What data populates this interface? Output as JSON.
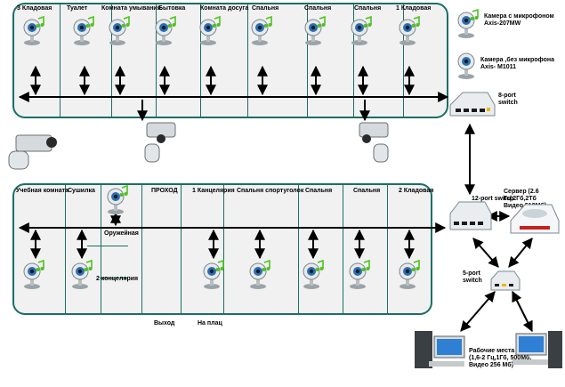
{
  "top_rooms": [
    "3 Кладовая",
    "Туалет",
    "Комната умывания",
    "Бытовка",
    "Комната досуга",
    "Спальня",
    "Спальня",
    "Спальня",
    "1 Кладовая"
  ],
  "bottom_rooms": [
    "Учебная комната",
    "Сушилка",
    "",
    "ПРОХОД",
    "1 Канцелярия",
    "Спальня спортуголок",
    "Спальня",
    "Спальня",
    "2 Кладовая"
  ],
  "armory_label": "Оружейная",
  "office2_label": "2 концелярия",
  "exit_label": "Выход",
  "parade_label": "На плац",
  "legend": {
    "cam_mic_line1": "Камера с микрофоном",
    "cam_mic_line2": "Axis-207MW",
    "cam_nomic_line1": "Камера ,без микрофона",
    "cam_nomic_line2": "Axis- M1011"
  },
  "switches": {
    "s8_line1": "8-port",
    "s8_line2": "switch",
    "s12": "12-port switch",
    "s5_line1": "5-port",
    "s5_line2": "switch"
  },
  "server": {
    "line1": "Сервер (2.6 Гц,2Гб,2Тб",
    "line2": "Видео 512Мб)"
  },
  "workstations": {
    "line1": "Рабочие места",
    "line2": "(1,6-2 Гц,1Гб, 500Мб,",
    "line3": "Видео 256 Мб)"
  },
  "colors": {
    "building_border": "#1a6f66",
    "network_line": "#000000",
    "note_icon": "#4cc41c"
  }
}
